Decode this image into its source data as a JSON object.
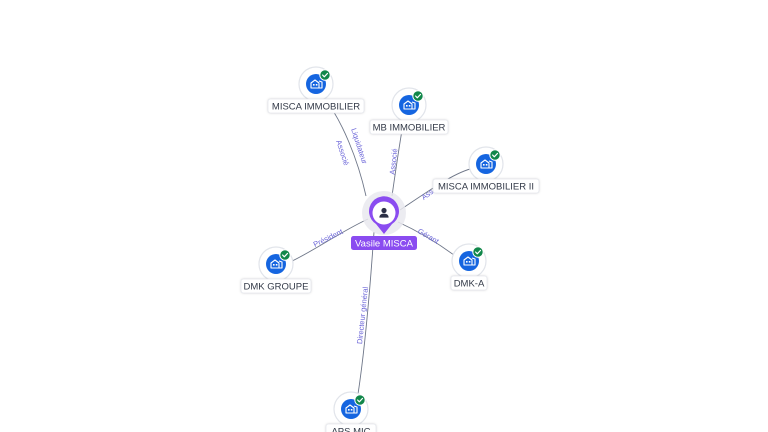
{
  "colors": {
    "edge": "#6e7688",
    "edge_label": "#6a64d8",
    "company_icon": "#1565e0",
    "check_badge": "#11874a",
    "person_pin": "#8a4cf0",
    "person_label_bg": "#8a4cf0",
    "person_glyph": "#2b2f45"
  },
  "center": {
    "name": "Vasile MISCA",
    "icon": "person-icon"
  },
  "companies": [
    {
      "id": "misca-immobilier",
      "name": "MISCA IMMOBILIER",
      "icon": "building-icon",
      "badge": "check-icon"
    },
    {
      "id": "mb-immobilier",
      "name": "MB IMMOBILIER",
      "icon": "building-icon",
      "badge": "check-icon"
    },
    {
      "id": "misca-immobilier-ii",
      "name": "MISCA IMMOBILIER II",
      "icon": "building-icon",
      "badge": "check-icon"
    },
    {
      "id": "dmk-a",
      "name": "DMK-A",
      "icon": "building-icon",
      "badge": "check-icon"
    },
    {
      "id": "dmk-groupe",
      "name": "DMK GROUPE",
      "icon": "building-icon",
      "badge": "check-icon"
    },
    {
      "id": "aps-mic",
      "name": "APS MIC",
      "icon": "building-icon",
      "badge": "check-icon"
    }
  ],
  "edges": [
    {
      "to": "misca-immobilier",
      "labels": [
        "Liquidateur",
        "Associé"
      ]
    },
    {
      "to": "mb-immobilier",
      "labels": [
        "Associé"
      ]
    },
    {
      "to": "misca-immobilier-ii",
      "labels": [
        "Ass"
      ]
    },
    {
      "to": "dmk-a",
      "labels": [
        "Gérant"
      ]
    },
    {
      "to": "dmk-groupe",
      "labels": [
        "Président"
      ]
    },
    {
      "to": "aps-mic",
      "labels": [
        "Directeur général"
      ]
    }
  ]
}
